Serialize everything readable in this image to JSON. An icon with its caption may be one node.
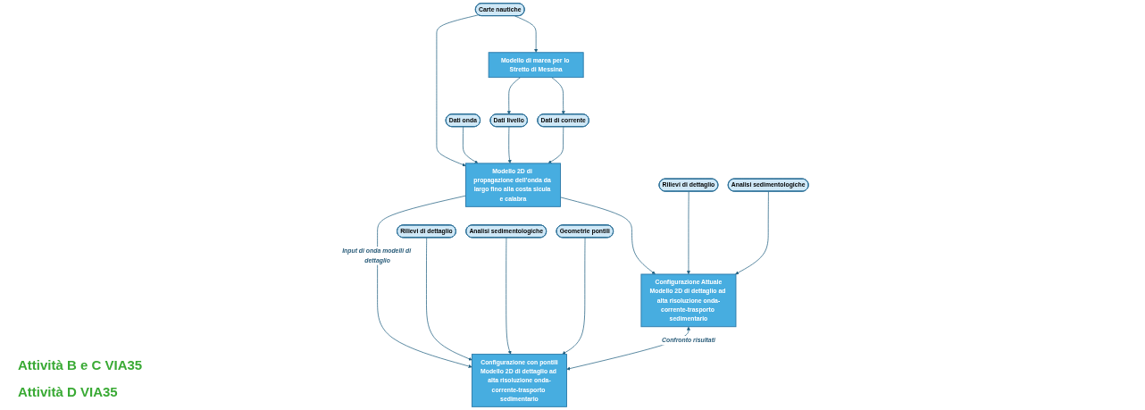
{
  "diagram": {
    "nodes": [
      {
        "text": [
          "Carte nautiche"
        ]
      },
      {
        "text": [
          "Modello di marea per lo Stretto di Messina"
        ]
      },
      {
        "text": [
          "Dati onda"
        ]
      },
      {
        "text": [
          "Dati livello"
        ]
      },
      {
        "text": [
          "Dati di corrente"
        ]
      },
      {
        "text": [
          "Modello 2D di propagazione dell’onda da largo fino alla costa sicula e calabra"
        ]
      },
      {
        "text": [
          "Rilievi di dettaglio"
        ]
      },
      {
        "text": [
          "Analisi sedimentologiche"
        ]
      },
      {
        "text": [
          "Rilievi di dettaglio"
        ]
      },
      {
        "text": [
          "Analisi sedimentologiche"
        ]
      },
      {
        "text": [
          "Geometrie pontili"
        ]
      },
      {
        "text": [
          "Configurazione Attuale",
          "Modello 2D di dettaglio ad alta risoluzione onda-corrente-trasporto sedimentario"
        ]
      },
      {
        "text": [
          "Configurazione con pontili",
          "Modello 2D di dettaglio ad alta risoluzione onda-corrente-trasporto sedimentario"
        ]
      }
    ],
    "edges": [
      {
        "from": 0,
        "to": 1,
        "arrow": "to"
      },
      {
        "from": 1,
        "to": 3,
        "arrow": "to"
      },
      {
        "from": 1,
        "to": 4,
        "arrow": "to"
      },
      {
        "from": 0,
        "to": 5,
        "arrow": "to"
      },
      {
        "from": 2,
        "to": 5,
        "arrow": "to"
      },
      {
        "from": 3,
        "to": 5,
        "arrow": "to"
      },
      {
        "from": 4,
        "to": 5,
        "arrow": "to"
      },
      {
        "from": 5,
        "to": 11,
        "arrow": "to"
      },
      {
        "from": 5,
        "to": 12,
        "arrow": "to",
        "label": "Input di onda modelli di dettaglio"
      },
      {
        "from": 6,
        "to": 11,
        "arrow": "to"
      },
      {
        "from": 7,
        "to": 11,
        "arrow": "to"
      },
      {
        "from": 8,
        "to": 12,
        "arrow": "to"
      },
      {
        "from": 9,
        "to": 12,
        "arrow": "to"
      },
      {
        "from": 10,
        "to": 12,
        "arrow": "to"
      },
      {
        "from": 11,
        "to": 12,
        "arrow": "both",
        "label": "Confronto risultati"
      }
    ],
    "labels": [
      "Attività B e C VIA35",
      "Attività D VIA35"
    ]
  }
}
